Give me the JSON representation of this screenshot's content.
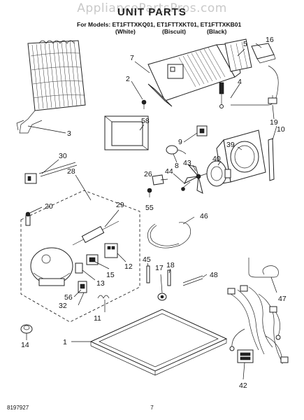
{
  "header": {
    "watermark": "AppliancePartsPros.com",
    "title": "UNIT PARTS",
    "models_line": "For Models: ET1FTTXKQ01, ET1FTTXKT01, ET1FTTXKB01",
    "variants": [
      "(White)",
      "(Biscuit)",
      "(Black)"
    ]
  },
  "callouts": {
    "c1": "1",
    "c2": "2",
    "c3": "3",
    "c4": "4",
    "c5": "5",
    "c7": "7",
    "c8": "8",
    "c9": "9",
    "c10": "10",
    "c11": "11",
    "c12": "12",
    "c13": "13",
    "c14": "14",
    "c15": "15",
    "c16": "16",
    "c17": "17",
    "c18": "18",
    "c19": "19",
    "c20": "20",
    "c26": "26",
    "c28": "28",
    "c29": "29",
    "c30": "30",
    "c32": "32",
    "c39": "39",
    "c40": "40",
    "c42": "42",
    "c43": "43",
    "c44": "44",
    "c45": "45",
    "c46": "46",
    "c47": "47",
    "c48": "48",
    "c55": "55",
    "c56": "56",
    "c58": "58"
  },
  "footer": {
    "doc_number": "8197927",
    "page_number": "7"
  }
}
